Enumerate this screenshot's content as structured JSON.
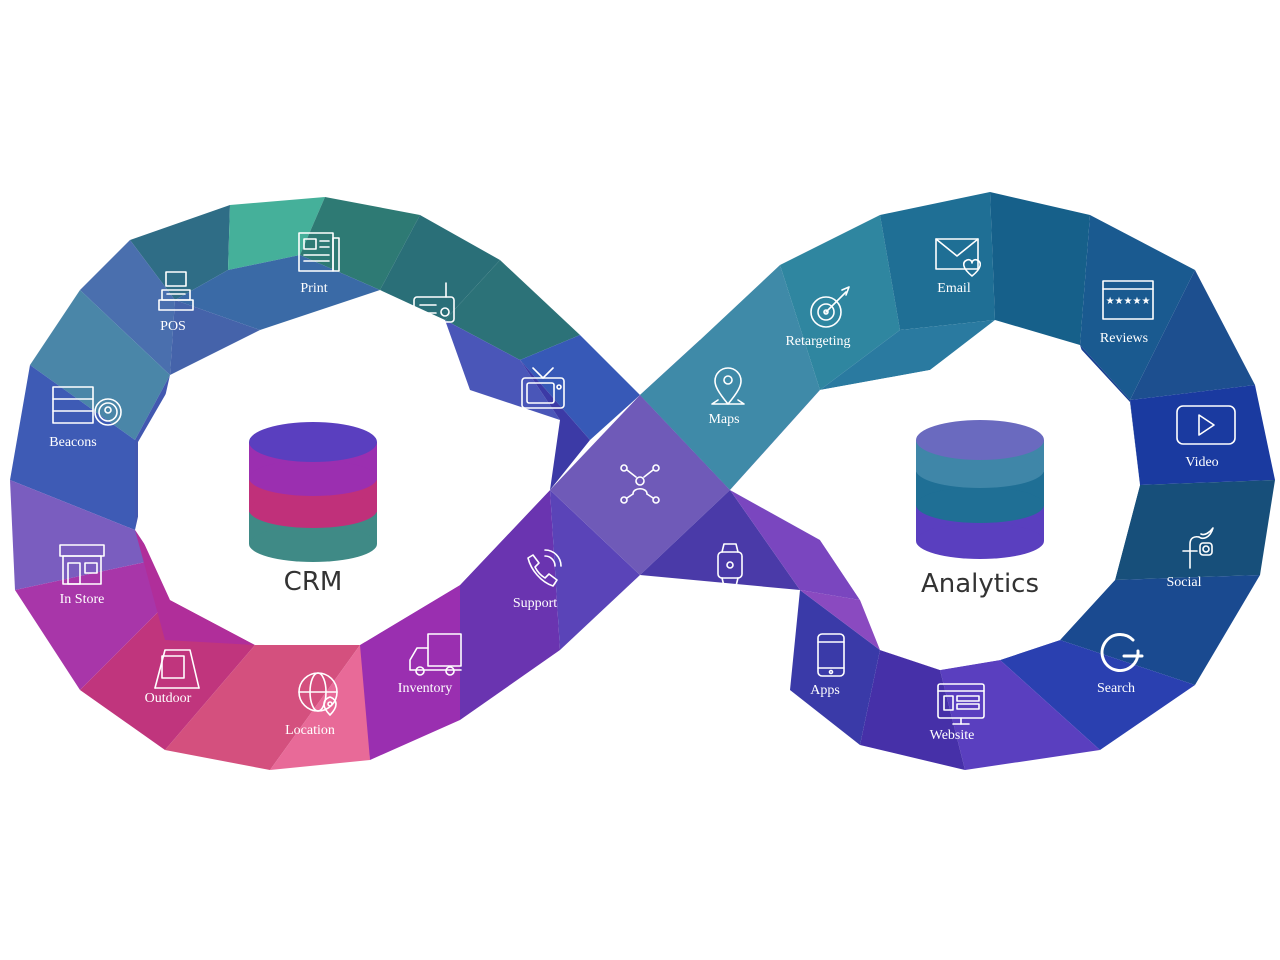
{
  "hubs": {
    "crm": {
      "label": "CRM",
      "colors": [
        "#5a3fbf",
        "#9b2fb0",
        "#c0307a",
        "#3f8a86"
      ]
    },
    "analytics": {
      "label": "Analytics",
      "colors": [
        "#6a6abf",
        "#3f86a8",
        "#1f6f95",
        "#5a3fbf"
      ]
    }
  },
  "channels": [
    {
      "key": "print",
      "label": "Print",
      "icon": "newspaper-icon"
    },
    {
      "key": "pos",
      "label": "POS",
      "icon": "cash-register-icon"
    },
    {
      "key": "radio",
      "label": "Radio",
      "icon": "radio-icon"
    },
    {
      "key": "tv",
      "label": "TV",
      "icon": "tv-icon"
    },
    {
      "key": "beacons",
      "label": "Beacons",
      "icon": "beacon-icon"
    },
    {
      "key": "in_store",
      "label": "In Store",
      "icon": "storefront-icon"
    },
    {
      "key": "outdoor",
      "label": "Outdoor",
      "icon": "billboard-icon"
    },
    {
      "key": "location",
      "label": "Location",
      "icon": "globe-pin-icon"
    },
    {
      "key": "inventory",
      "label": "Inventory",
      "icon": "truck-icon"
    },
    {
      "key": "support",
      "label": "Support",
      "icon": "phone-icon"
    },
    {
      "key": "center",
      "label": "",
      "icon": "network-icon"
    },
    {
      "key": "maps",
      "label": "Maps",
      "icon": "map-pin-icon"
    },
    {
      "key": "wearables",
      "label": "Wearables",
      "icon": "smartwatch-icon"
    },
    {
      "key": "retargeting",
      "label": "Retargeting",
      "icon": "target-icon"
    },
    {
      "key": "email",
      "label": "Email",
      "icon": "email-heart-icon"
    },
    {
      "key": "reviews",
      "label": "Reviews",
      "icon": "star-review-icon"
    },
    {
      "key": "video",
      "label": "Video",
      "icon": "play-icon"
    },
    {
      "key": "social",
      "label": "Social",
      "icon": "social-icon"
    },
    {
      "key": "search",
      "label": "Search",
      "icon": "google-icon"
    },
    {
      "key": "website",
      "label": "Website",
      "icon": "browser-icon"
    },
    {
      "key": "apps",
      "label": "Apps",
      "icon": "smartphone-icon"
    }
  ]
}
